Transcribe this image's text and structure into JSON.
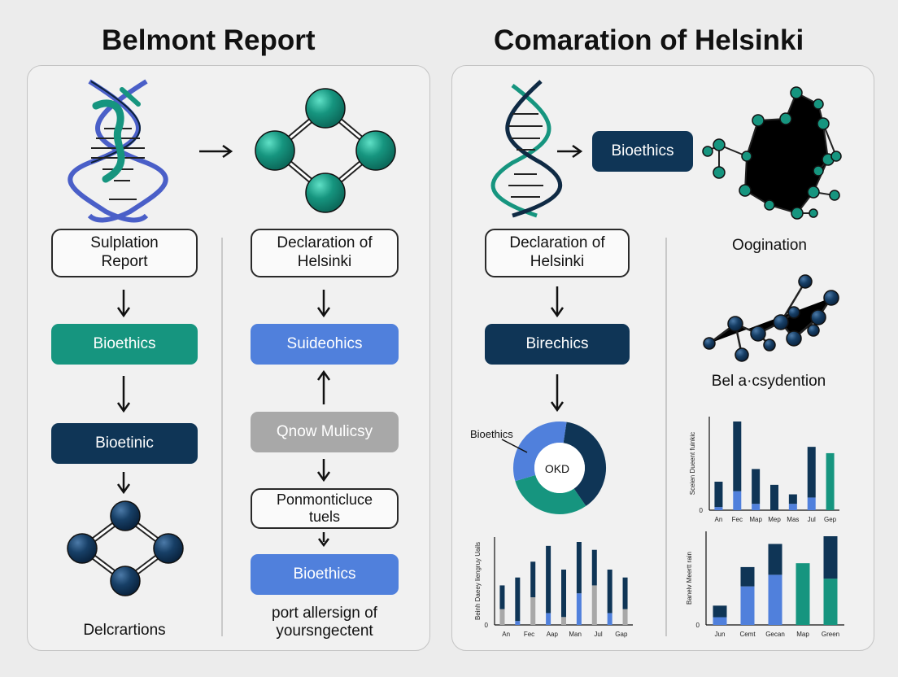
{
  "colors": {
    "teal": "#16957f",
    "navy": "#0f3556",
    "blue": "#5080dc",
    "gray": "#a8a8a8",
    "purple_blue": "#4a5fc8"
  },
  "left_panel": {
    "title": "Belmont Report",
    "col1": {
      "box1": "Sulplation\nReport",
      "pill1": "Bioethics",
      "pill2": "Bioetinic",
      "caption": "Delcrartions"
    },
    "col2": {
      "box1": "Declaration of\nHelsinki",
      "pill1": "Suideohics",
      "pill2": "Qnow Mulicsy",
      "box2": "Ponmonticluce\ntuels",
      "pill3": "Bioethics",
      "caption": "port allersign of\nyoursngectent"
    }
  },
  "right_panel": {
    "title": "Comaration of Helsinki",
    "top_pill": "Bioethics",
    "col1": {
      "box1": "Declaration of\nHelsinki",
      "pill1": "Birechics",
      "donut_label": "Bioethics",
      "donut_center": "OKD"
    },
    "col2": {
      "network_caption": "Oogination",
      "network2_caption": "Bel a·csydention"
    }
  },
  "chart_data": [
    {
      "type": "bar",
      "name": "right-top-chart",
      "ylabel": "Sceien Dueent fuinkic",
      "y_tick": "0",
      "categories": [
        "An",
        "Fec",
        "Map",
        "Mep",
        "Mas",
        "Jul",
        "Gep"
      ],
      "series": [
        {
          "values": [
            8,
            22,
            11,
            8,
            3,
            16,
            0
          ]
        },
        {
          "values": [
            1,
            6,
            2,
            0,
            2,
            4,
            18
          ]
        }
      ]
    },
    {
      "type": "bar",
      "name": "right-bottom-chart",
      "ylabel": "Banelv Meertt rain",
      "y_tick": "0",
      "categories": [
        "Jun",
        "Cemt",
        "Gecan",
        "Map",
        "Green"
      ],
      "series": [
        {
          "values": [
            3,
            5,
            8,
            0,
            11
          ]
        },
        {
          "values": [
            2,
            10,
            13,
            16,
            12
          ]
        }
      ]
    },
    {
      "type": "bar",
      "name": "middle-bottom-chart",
      "ylabel": "Beinh Daeey liengruy Uails",
      "y_tick": "0",
      "categories": [
        "An",
        "Fec",
        "Aap",
        "Man",
        "Jul",
        "Gap"
      ],
      "series": [
        {
          "values": [
            6,
            11,
            9,
            17,
            12,
            13,
            9,
            11,
            8
          ]
        },
        {
          "values": [
            4,
            1,
            7,
            3,
            2,
            8,
            10,
            3,
            4
          ]
        }
      ]
    },
    {
      "type": "pie",
      "name": "donut-chart",
      "label": "Bioethics",
      "center_label": "OKD",
      "values": [
        38,
        30,
        32
      ]
    }
  ]
}
